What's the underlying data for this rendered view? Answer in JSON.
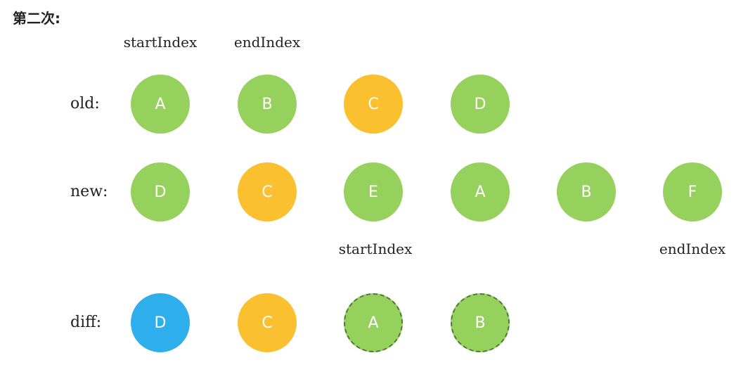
{
  "title": "第二次:",
  "colors": {
    "green": "#96d15e",
    "orange": "#fbc02f",
    "blue": "#2eaeea",
    "dashed_border": "#4f7a36"
  },
  "old": {
    "label": "old:",
    "start_label": "startIndex",
    "end_label": "endIndex",
    "nodes": [
      {
        "text": "A",
        "color": "green",
        "style": "solid"
      },
      {
        "text": "B",
        "color": "green",
        "style": "solid"
      },
      {
        "text": "C",
        "color": "orange",
        "style": "solid"
      },
      {
        "text": "D",
        "color": "green",
        "style": "solid"
      }
    ]
  },
  "new": {
    "label": "new:",
    "start_label": "startIndex",
    "end_label": "endIndex",
    "nodes": [
      {
        "text": "D",
        "color": "green",
        "style": "solid"
      },
      {
        "text": "C",
        "color": "orange",
        "style": "solid"
      },
      {
        "text": "E",
        "color": "green",
        "style": "solid"
      },
      {
        "text": "A",
        "color": "green",
        "style": "solid"
      },
      {
        "text": "B",
        "color": "green",
        "style": "solid"
      },
      {
        "text": "F",
        "color": "green",
        "style": "solid"
      }
    ]
  },
  "diff": {
    "label": "diff:",
    "nodes": [
      {
        "text": "D",
        "color": "blue",
        "style": "solid"
      },
      {
        "text": "C",
        "color": "orange",
        "style": "solid"
      },
      {
        "text": "A",
        "color": "green",
        "style": "dashed"
      },
      {
        "text": "B",
        "color": "green",
        "style": "dashed"
      }
    ]
  }
}
